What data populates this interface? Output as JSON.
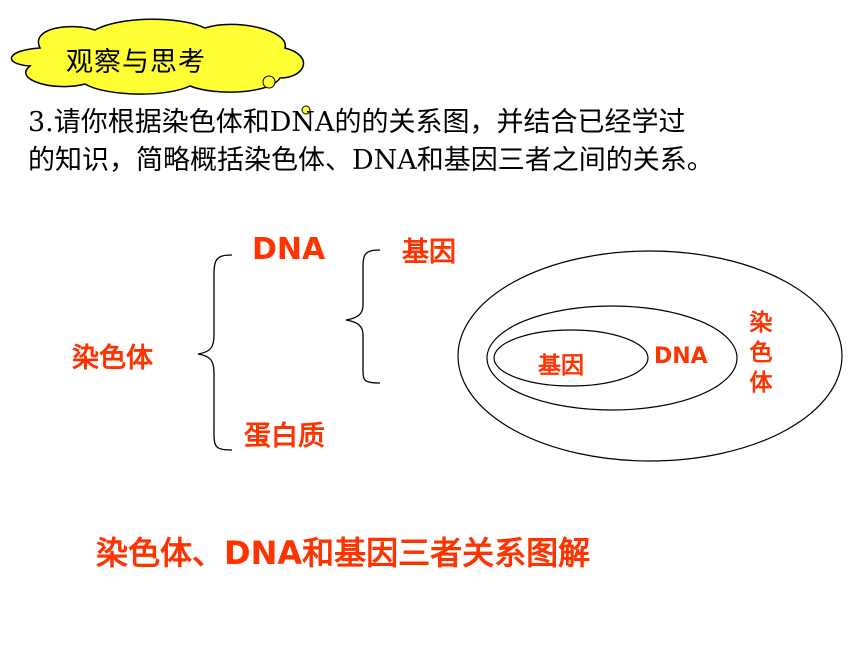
{
  "header": {
    "tag_label": "观察与思考"
  },
  "question": {
    "line1": "3.请你根据染色体和DNA的的关系图，并结合已经学过",
    "line2": "的知识，简略概括染色体、DNA和基因三者之间的关系。"
  },
  "tree": {
    "root": "染色体",
    "child_dna": "DNA",
    "child_protein": "蛋白质",
    "grandchild_gene": "基因"
  },
  "nested": {
    "inner": "基因",
    "middle": "DNA",
    "outer": "染色体"
  },
  "caption": "染色体、DNA和基因三者关系图解",
  "colors": {
    "label_red": "#ff3300",
    "tag_fill": "#ffff33"
  }
}
